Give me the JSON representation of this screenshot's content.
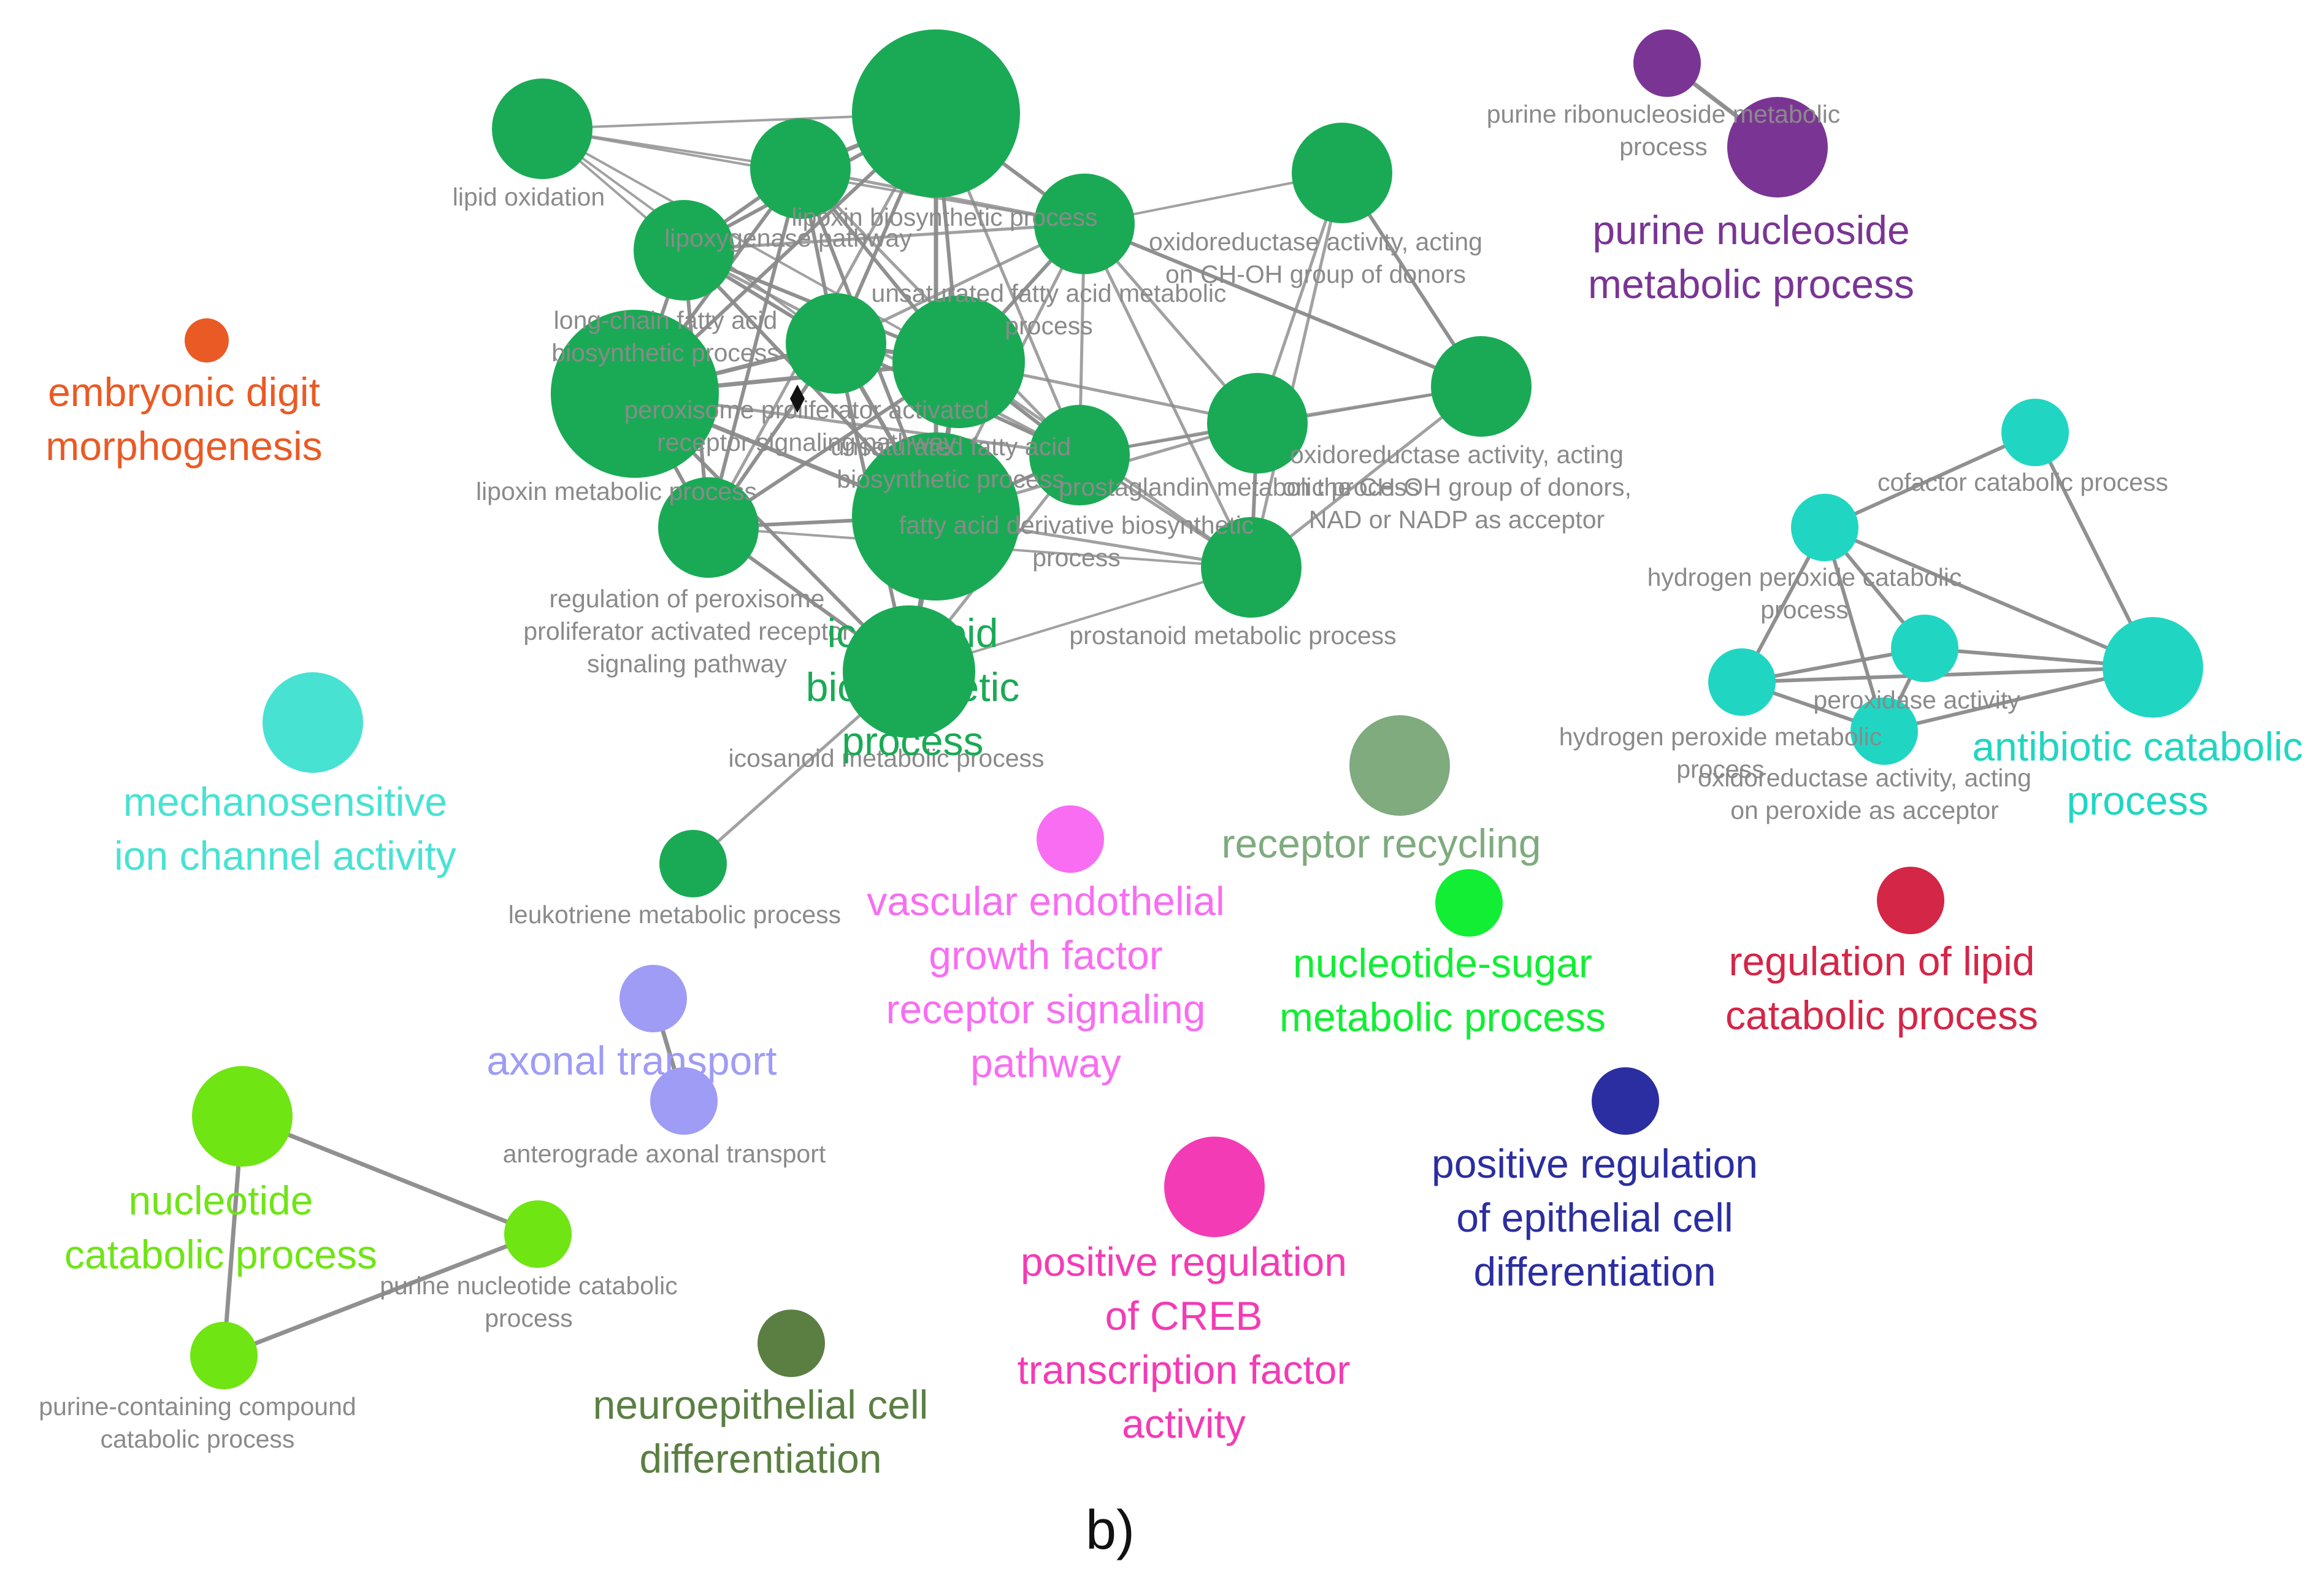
{
  "panel_label": "b)",
  "colors": {
    "green": "#1aaa55",
    "purple": "#7a3594",
    "orange_red": "#ea5a24",
    "cyan": "#20d6c2",
    "light_cyan": "#48e2d3",
    "grey_green": "#7fab7f",
    "bright_green": "#11ee33",
    "pink": "#f86df2",
    "crimson": "#d42647",
    "lavender": "#9e9cf5",
    "navy": "#2b2ea0",
    "lime": "#6fe514",
    "magenta": "#f33bb5",
    "dark_olive": "#5b7f43",
    "edge": "#8a8a8a",
    "small_label": "#8a8a8a",
    "background": "#ffffff"
  },
  "clusters": [
    {
      "id": "icosanoid",
      "title": [
        "icosanoid",
        "biosynthetic",
        "process"
      ],
      "color": "#1aaa55"
    },
    {
      "id": "purine_nucleoside",
      "title": [
        "purine nucleoside",
        "metabolic process"
      ],
      "color": "#7a3594"
    },
    {
      "id": "embryonic",
      "title": [
        "embryonic digit",
        "morphogenesis"
      ],
      "color": "#ea5a24"
    },
    {
      "id": "antibiotic",
      "title": [
        "antibiotic catabolic",
        "process"
      ],
      "color": "#20d6c2"
    },
    {
      "id": "mechano",
      "title": [
        "mechanosensitive",
        "ion channel activity"
      ],
      "color": "#48e2d3"
    },
    {
      "id": "receptor_recycling",
      "title": [
        "receptor recycling"
      ],
      "color": "#7fab7f"
    },
    {
      "id": "nucleotide_sugar",
      "title": [
        "nucleotide-sugar",
        "metabolic process"
      ],
      "color": "#11ee33"
    },
    {
      "id": "vegf",
      "title": [
        "vascular endothelial",
        "growth factor",
        "receptor signaling",
        "pathway"
      ],
      "color": "#f86df2"
    },
    {
      "id": "lipid_catabolic",
      "title": [
        "regulation of lipid",
        "catabolic process"
      ],
      "color": "#d42647"
    },
    {
      "id": "axonal",
      "title": [
        "axonal transport"
      ],
      "color": "#9e9cf5"
    },
    {
      "id": "epithelial",
      "title": [
        "positive regulation",
        "of epithelial cell",
        "differentiation"
      ],
      "color": "#2b2ea0"
    },
    {
      "id": "nucleotide_catabolic",
      "title": [
        "nucleotide",
        "catabolic process"
      ],
      "color": "#6fe514"
    },
    {
      "id": "creb",
      "title": [
        "positive regulation",
        "of CREB",
        "transcription factor",
        "activity"
      ],
      "color": "#f33bb5"
    },
    {
      "id": "neuroepithelial",
      "title": [
        "neuroepithelial cell",
        "differentiation"
      ],
      "color": "#5b7f43"
    }
  ],
  "term_labels": {
    "lipid_oxidation": [
      "lipid oxidation"
    ],
    "lipoxin_biosynthetic": [
      "lipoxin biosynthetic process"
    ],
    "lipoxygenase": [
      "lipoxygenase pathway"
    ],
    "oxidoreductase_chOH": [
      "oxidoreductase activity, acting",
      "on CH-OH group of donors"
    ],
    "unsaturated_fa": [
      "unsaturated fatty acid metabolic",
      "process"
    ],
    "long_chain": [
      "long-chain fatty acid",
      "biosynthetic process"
    ],
    "ppar": [
      "peroxisome proliferator activated",
      "receptor signaling pathway"
    ],
    "unsat_fa_bio": [
      "unsaturated fatty acid",
      "biosynthetic process"
    ],
    "oxidoreductase_nad": [
      "oxidoreductase activity, acting",
      "on the CH-OH group of donors,",
      "NAD or NADP as acceptor"
    ],
    "lipoxin_metabolic": [
      "lipoxin metabolic process"
    ],
    "prostaglandin": [
      "prostaglandin metabolic process"
    ],
    "fatty_acid_derivative": [
      "fatty acid derivative biosynthetic",
      "process"
    ],
    "reg_ppar": [
      "regulation of peroxisome",
      "proliferator activated receptor",
      "signaling pathway"
    ],
    "prostanoid": [
      "prostanoid metabolic process"
    ],
    "icosanoid_metabolic": [
      "icosanoid metabolic process"
    ],
    "leukotriene": [
      "leukotriene metabolic process"
    ],
    "purine_ribonucleoside": [
      "purine ribonucleoside metabolic",
      "process"
    ],
    "cofactor": [
      "cofactor catabolic process"
    ],
    "h2o2_catabolic": [
      "hydrogen peroxide catabolic",
      "process"
    ],
    "peroxidase": [
      "peroxidase activity"
    ],
    "h2o2_metabolic": [
      "hydrogen peroxide metabolic",
      "process"
    ],
    "oxidoreductase_peroxide": [
      "oxidoreductase activity, acting",
      "on peroxide as acceptor"
    ],
    "anterograde": [
      "anterograde axonal transport"
    ],
    "purine_nucleotide_cat": [
      "purine nucleotide catabolic",
      "process"
    ],
    "purine_containing": [
      "purine-containing compound",
      "catabolic process"
    ]
  }
}
